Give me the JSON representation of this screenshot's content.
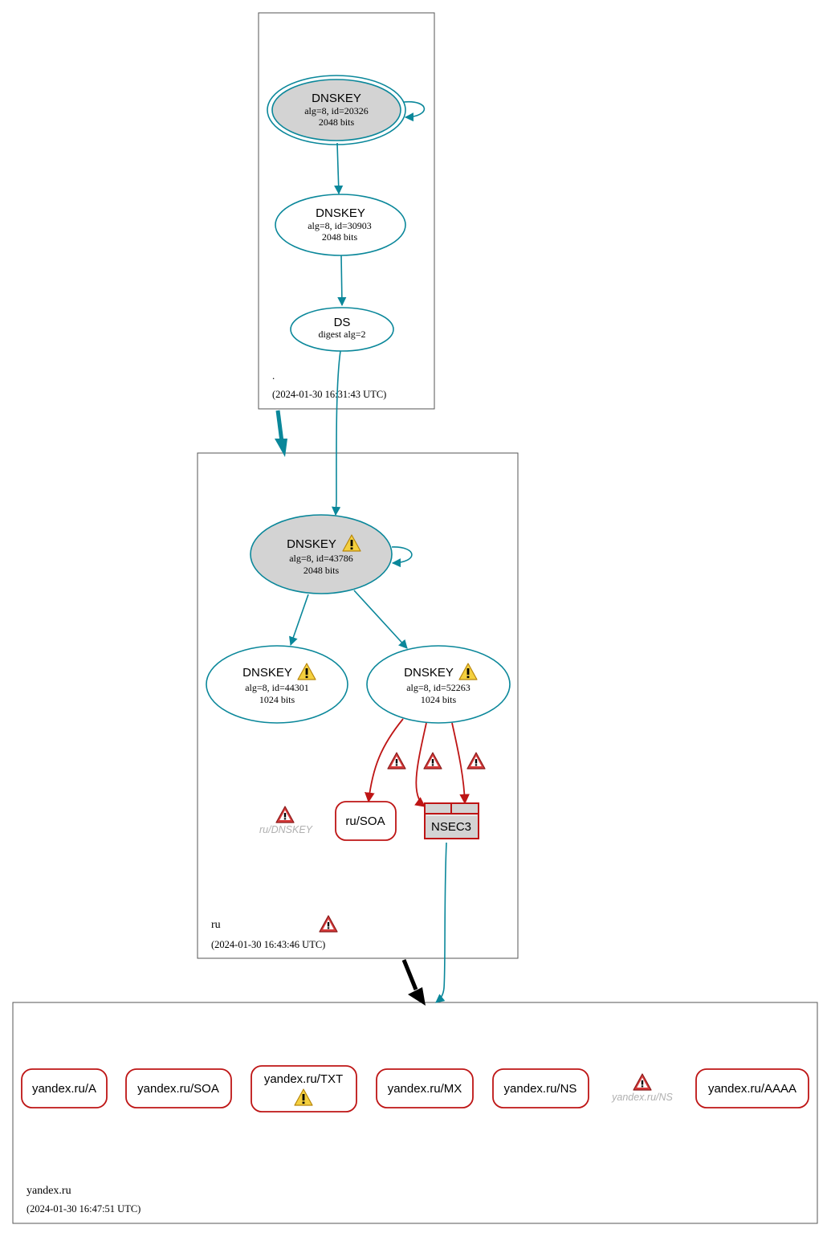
{
  "zones": {
    "root": {
      "name": ".",
      "timestamp": "(2024-01-30 16:31:43 UTC)"
    },
    "ru": {
      "name": "ru",
      "timestamp": "(2024-01-30 16:43:46 UTC)"
    },
    "yandex": {
      "name": "yandex.ru",
      "timestamp": "(2024-01-30 16:47:51 UTC)"
    }
  },
  "root_nodes": {
    "ksk": {
      "title": "DNSKEY",
      "line1": "alg=8, id=20326",
      "line2": "2048 bits"
    },
    "zsk": {
      "title": "DNSKEY",
      "line1": "alg=8, id=30903",
      "line2": "2048 bits"
    },
    "ds": {
      "title": "DS",
      "line1": "digest alg=2"
    }
  },
  "ru_nodes": {
    "ksk": {
      "title": "DNSKEY",
      "line1": "alg=8, id=43786",
      "line2": "2048 bits"
    },
    "zsk1": {
      "title": "DNSKEY",
      "line1": "alg=8, id=44301",
      "line2": "1024 bits"
    },
    "zsk2": {
      "title": "DNSKEY",
      "line1": "alg=8, id=52263",
      "line2": "1024 bits"
    },
    "dnskey_ghost": "ru/DNSKEY",
    "soa": "ru/SOA",
    "nsec3": "NSEC3"
  },
  "yandex_records": {
    "a": "yandex.ru/A",
    "soa": "yandex.ru/SOA",
    "txt": "yandex.ru/TXT",
    "mx": "yandex.ru/MX",
    "ns": "yandex.ru/NS",
    "ns_ghost": "yandex.ru/NS",
    "aaaa": "yandex.ru/AAAA"
  },
  "colors": {
    "secure_edge": "#0a879a",
    "error_edge": "#be1515",
    "node_fill": "#d3d3d3",
    "warning_yellow": "#f4d03f",
    "error_red": "#d63a3a",
    "ghost_text": "#b0b0b0"
  }
}
